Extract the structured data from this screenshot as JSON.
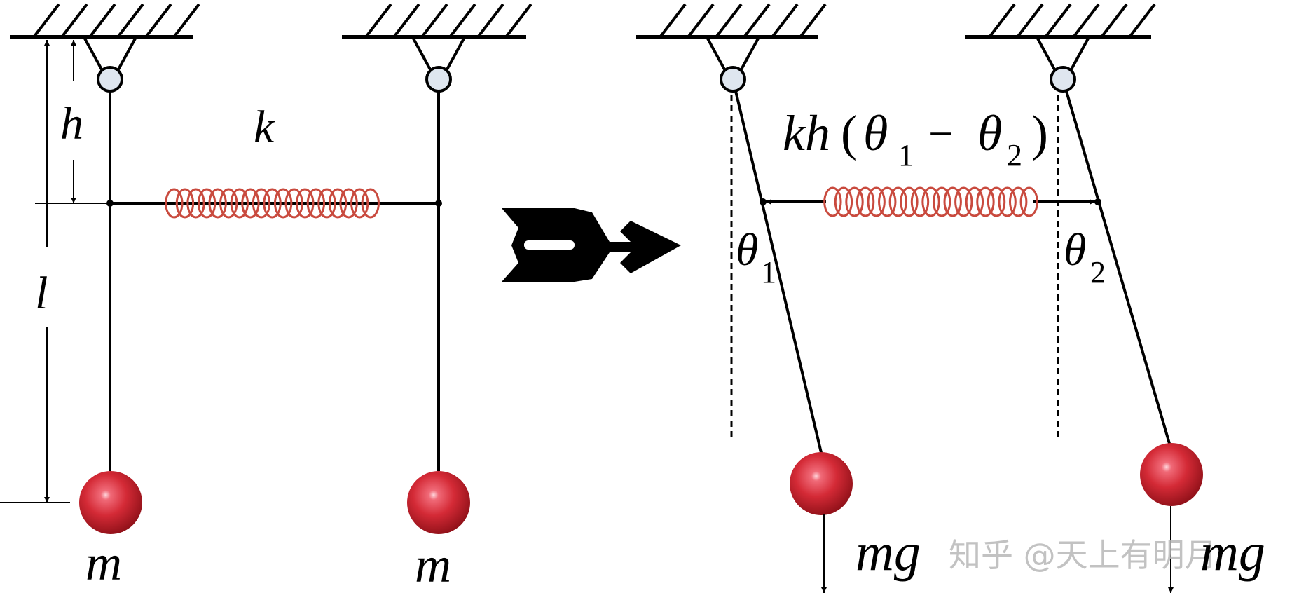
{
  "labels": {
    "h": "h",
    "k": "k",
    "l": "l",
    "m_left": "m",
    "m_right": "m",
    "force_k": "kh",
    "force_paren_open": "(",
    "theta": "θ",
    "sub1": "1",
    "minus": "−",
    "sub2": "2",
    "force_paren_close": ")",
    "theta1_symbol": "θ",
    "theta1_sub": "1",
    "theta2_symbol": "θ",
    "theta2_sub": "2",
    "mg_left": "mg",
    "mg_right": "mg"
  },
  "watermark": "知乎 @天上有明月",
  "colors": {
    "ball": "#d42a36",
    "spring": "#c94a3e",
    "pivot": "#dfe6ef"
  }
}
